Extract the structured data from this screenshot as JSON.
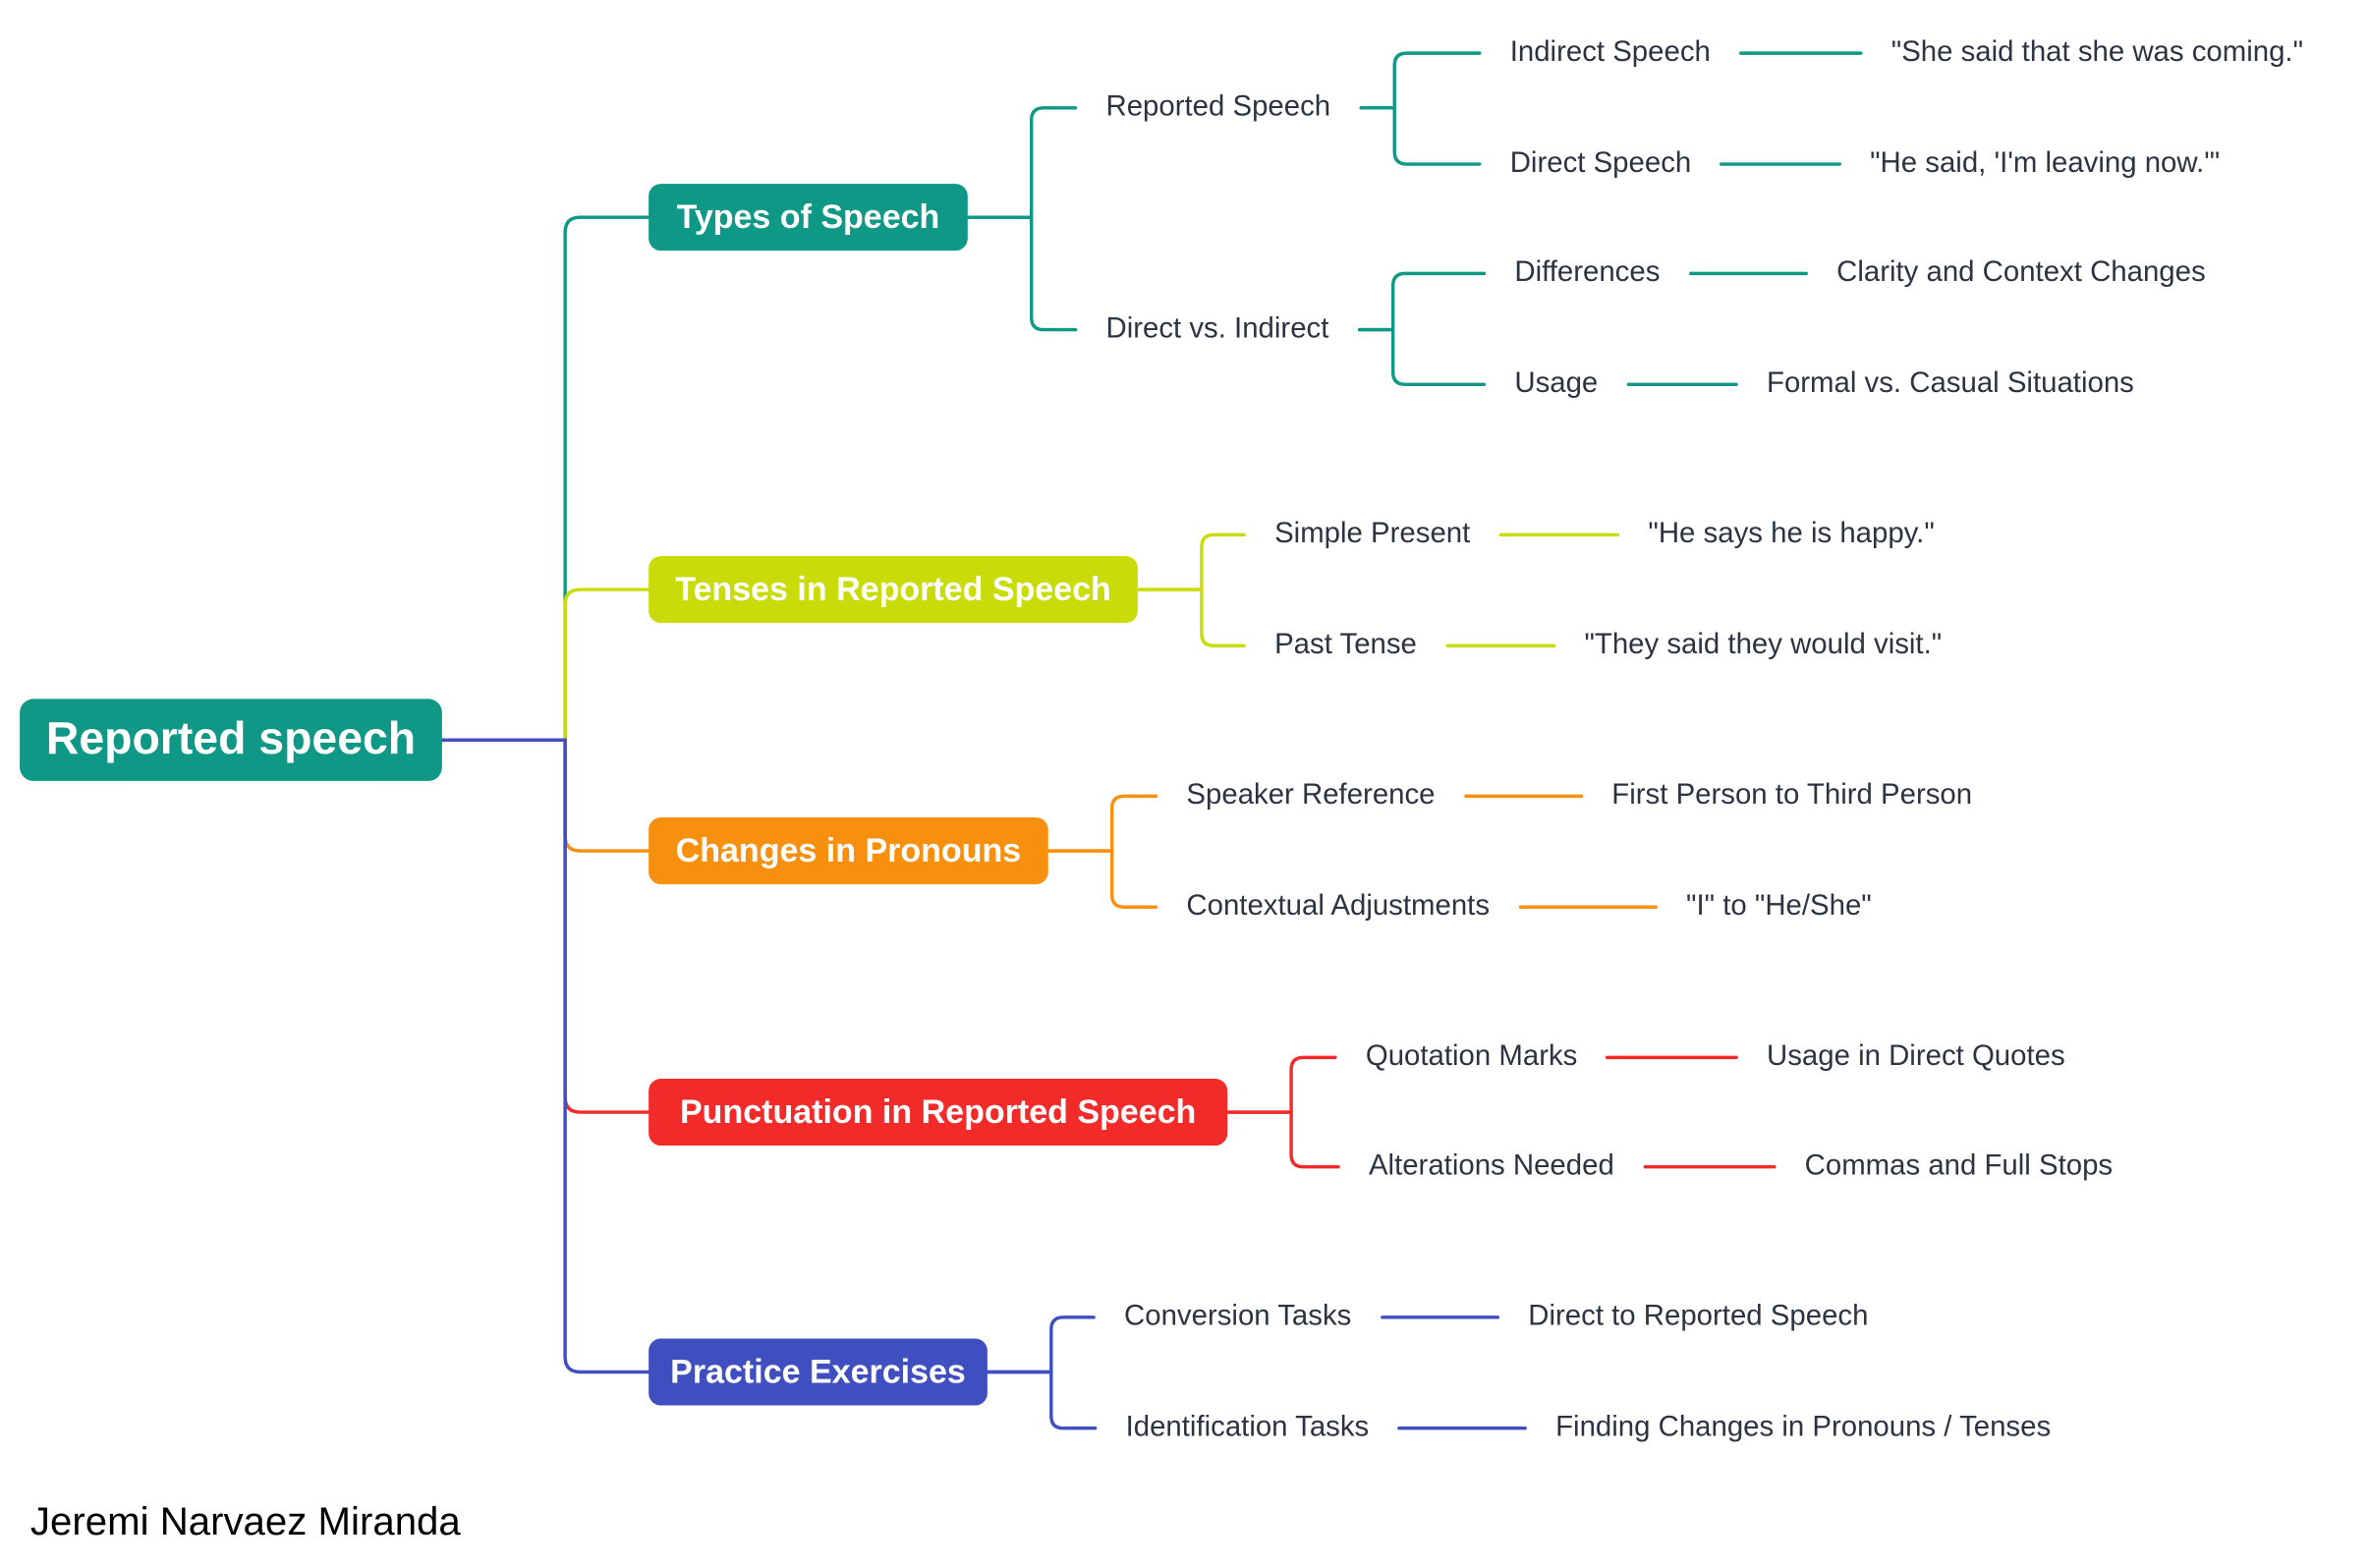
{
  "root": {
    "label": "Reported speech",
    "color": "#0f9886"
  },
  "branches": [
    {
      "label": "Types of Speech",
      "color": "#0f9886",
      "children": [
        {
          "label": "Reported Speech",
          "children": [
            {
              "label": "Indirect Speech",
              "children": [
                {
                  "label": "\"She said that she was coming.\""
                }
              ]
            },
            {
              "label": "Direct Speech",
              "children": [
                {
                  "label": "\"He said, 'I'm leaving now.'\""
                }
              ]
            }
          ]
        },
        {
          "label": "Direct vs. Indirect",
          "children": [
            {
              "label": "Differences",
              "children": [
                {
                  "label": "Clarity and Context Changes"
                }
              ]
            },
            {
              "label": "Usage",
              "children": [
                {
                  "label": "Formal vs. Casual Situations"
                }
              ]
            }
          ]
        }
      ]
    },
    {
      "label": "Tenses in Reported Speech",
      "color": "#c9dc0a",
      "children": [
        {
          "label": "Simple Present",
          "children": [
            {
              "label": "\"He says he is happy.\""
            }
          ]
        },
        {
          "label": "Past Tense",
          "children": [
            {
              "label": "\"They said they would visit.\""
            }
          ]
        }
      ]
    },
    {
      "label": "Changes in Pronouns",
      "color": "#f7900f",
      "children": [
        {
          "label": "Speaker Reference",
          "children": [
            {
              "label": "First Person to Third Person"
            }
          ]
        },
        {
          "label": "Contextual Adjustments",
          "children": [
            {
              "label": "\"I\" to \"He/She\""
            }
          ]
        }
      ]
    },
    {
      "label": "Punctuation in Reported Speech",
      "color": "#f22a2a",
      "children": [
        {
          "label": "Quotation Marks",
          "children": [
            {
              "label": "Usage in Direct Quotes"
            }
          ]
        },
        {
          "label": "Alterations Needed",
          "children": [
            {
              "label": "Commas and Full Stops"
            }
          ]
        }
      ]
    },
    {
      "label": "Practice Exercises",
      "color": "#3f4fc0",
      "children": [
        {
          "label": "Conversion Tasks",
          "children": [
            {
              "label": "Direct to Reported Speech"
            }
          ]
        },
        {
          "label": "Identification Tasks",
          "children": [
            {
              "label": "Finding Changes in Pronouns / Tenses"
            }
          ]
        }
      ]
    }
  ],
  "author": "Jeremi Narvaez Miranda"
}
